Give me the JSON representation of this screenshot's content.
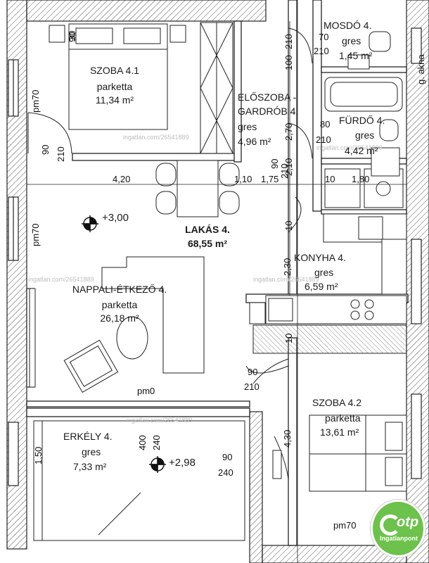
{
  "apartment": {
    "name": "LAKÁS 4.",
    "area": "68,55 m²"
  },
  "rooms": {
    "szoba41": {
      "name": "SZOBA 4.1",
      "floor": "parketta",
      "area": "11,34 m²"
    },
    "eloszoba": {
      "name1": "ELŐSZOBA -",
      "name2": "GARDRÓB 4.",
      "floor": "gres",
      "area": "4,96 m²"
    },
    "mosdo": {
      "name": "MOSDÓ 4.",
      "floor": "gres",
      "area": "1,45 m²"
    },
    "furdo": {
      "name": "FÜRDŐ 4.",
      "floor": "gres",
      "area": "4,42 m²"
    },
    "konyha": {
      "name": "KONYHA 4.",
      "floor": "gres",
      "area": "6,59 m²"
    },
    "nappali": {
      "name": "NAPPALI-ÉTKEZŐ 4.",
      "floor": "parketta",
      "area": "26,18 m²"
    },
    "erkely": {
      "name": "ERKÉLY 4.",
      "floor": "gres",
      "area": "7,33 m²"
    },
    "szoba42": {
      "name": "SZOBA 4.2",
      "floor": "parketta",
      "area": "13,61 m²"
    }
  },
  "levels": {
    "main": "+3,00",
    "balcony": "+2,98"
  },
  "labels": {
    "pm70_a": "pm70",
    "pm70_b": "pm70",
    "pm70_c": "pm70",
    "pm0_a": "pm0",
    "gakna": "g. akna"
  },
  "dims": {
    "d30": "30",
    "d70a": "70",
    "d210a": "210",
    "d90a": "90",
    "d210b": "210",
    "d80": "80",
    "d210c": "210",
    "d90b": "90",
    "d210d": "210",
    "d420": "4,20",
    "d110": "1,10",
    "d175": "1,75",
    "d10a": "10",
    "d180": "1,80",
    "d90c": "90",
    "d210e": "210",
    "d90d": "90",
    "d240a": "240",
    "d400": "400",
    "d240b": "240",
    "d150": "1,50",
    "d430": "4,30",
    "d230": "2,30",
    "d10b": "10",
    "d10c": "10",
    "d90e": "90",
    "d210f": "210",
    "d270": "2,70",
    "d210g": "2,10",
    "d100": "100"
  },
  "watermarks": {
    "w1": "ingatlan.com/26541889",
    "w2": "ingatlan.com/26541889",
    "w3": "ingatlan.com/26541889",
    "w4": "ingatlan.com/26541889",
    "w5": "ingatlan.com/26541889"
  },
  "logo": {
    "brand": "otp",
    "sub": "Ingatlanpont"
  }
}
